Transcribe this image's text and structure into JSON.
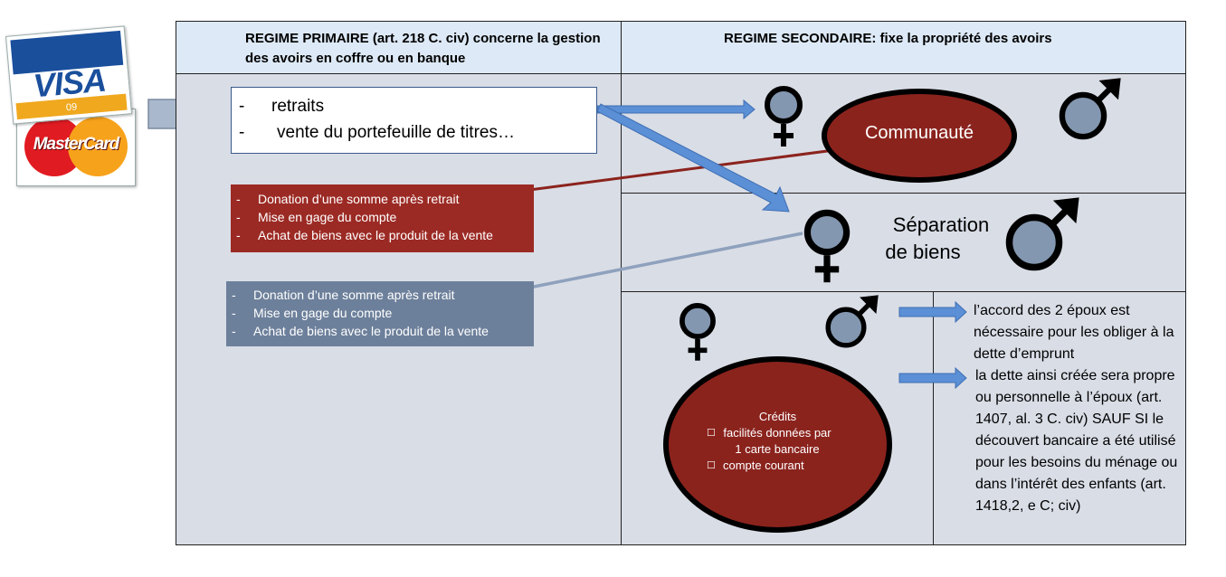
{
  "header": {
    "left_title": "REGIME PRIMAIRE (art. 218 C. civ) concerne la gestion des avoirs en coffre ou en banque",
    "right_title": "REGIME SECONDAIRE: fixe la propriété des avoirs"
  },
  "cards": {
    "visa_label": "VISA",
    "visa_code": "09",
    "mastercard_label": "MasterCard"
  },
  "operations": {
    "items": [
      "retraits",
      "vente du portefeuille de titres…"
    ]
  },
  "community_actions": {
    "items": [
      "Donation d’une somme après  retrait",
      "Mise en gage du compte",
      "Achat de biens avec le produit de la vente"
    ]
  },
  "separation_actions": {
    "items": [
      "Donation d’une somme après  retrait",
      "Mise en gage du compte",
      "Achat de biens avec le produit de la vente"
    ]
  },
  "regimes": {
    "communaute": "Communauté",
    "separation_line1": "Séparation",
    "separation_line2": "de biens"
  },
  "credits": {
    "title": "Crédits",
    "items": [
      "facilités données par 1 carte bancaire",
      "compte courant"
    ]
  },
  "rules": {
    "accord": "l’accord des 2 époux est nécessaire pour les obliger à la dette d’emprunt",
    "dette": "la dette ainsi créée sera propre ou personnelle à l’époux (art. 1407, al. 3 C. civ) SAUF SI le découvert bancaire a été utilisé pour les besoins du ménage ou dans l’intérêt des enfants (art. 1418,2, e C; civ)"
  },
  "colors": {
    "header_bg": "#dde9f6",
    "cell_bg": "#d9dde6",
    "red": "#9c2a24",
    "slate": "#6d809b",
    "arrow_blue": "#5b8fd6",
    "gender_fill": "#8497b0"
  },
  "icons": [
    "female-symbol-icon",
    "male-symbol-icon",
    "right-arrow-icon"
  ]
}
